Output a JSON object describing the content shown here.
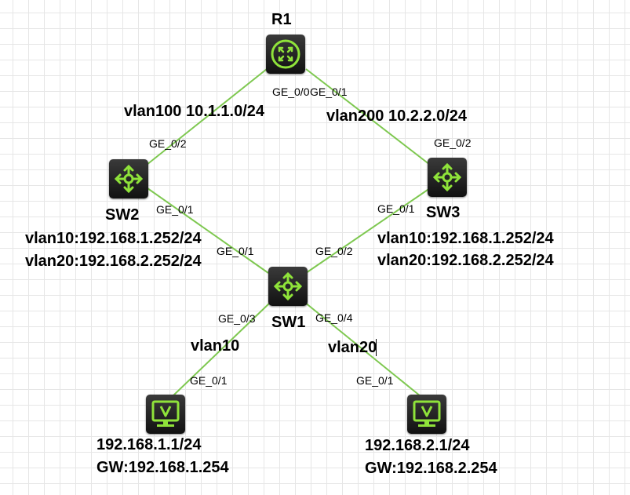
{
  "nodes": {
    "r1": {
      "name": "R1"
    },
    "sw2": {
      "name": "SW2"
    },
    "sw3": {
      "name": "SW3"
    },
    "sw1": {
      "name": "SW1"
    }
  },
  "ports": {
    "r1_ge00": "GE_0/0",
    "r1_ge01": "GE_0/1",
    "sw2_ge02": "GE_0/2",
    "sw3_ge02": "GE_0/2",
    "sw2_ge01": "GE_0/1",
    "sw3_ge01": "GE_0/1",
    "sw1_ge01": "GE_0/1",
    "sw1_ge02": "GE_0/2",
    "sw1_ge03": "GE_0/3",
    "sw1_ge04": "GE_0/4",
    "pc1_ge01": "GE_0/1",
    "pc2_ge01": "GE_0/1"
  },
  "subnets": {
    "vlan100": "vlan100 10.1.1.0/24",
    "vlan200": "vlan200 10.2.2.0/24"
  },
  "sw2_ips": {
    "vlan10": "vlan10:192.168.1.252/24",
    "vlan20": "vlan20:192.168.2.252/24"
  },
  "sw3_ips": {
    "vlan10": "vlan10:192.168.1.252/24",
    "vlan20": "vlan20:192.168.2.252/24"
  },
  "access_vlans": {
    "left": "vlan10",
    "right": "vlan20"
  },
  "pc1": {
    "ip": "192.168.1.1/24",
    "gw": "GW:192.168.1.254"
  },
  "pc2": {
    "ip": "192.168.2.1/24",
    "gw": "GW:192.168.2.254"
  },
  "colors": {
    "link": "#7ec850",
    "icon": "#8fe33a"
  },
  "icons": {
    "router": "router-icon",
    "switch": "switch-icon",
    "pc": "pc-icon"
  }
}
